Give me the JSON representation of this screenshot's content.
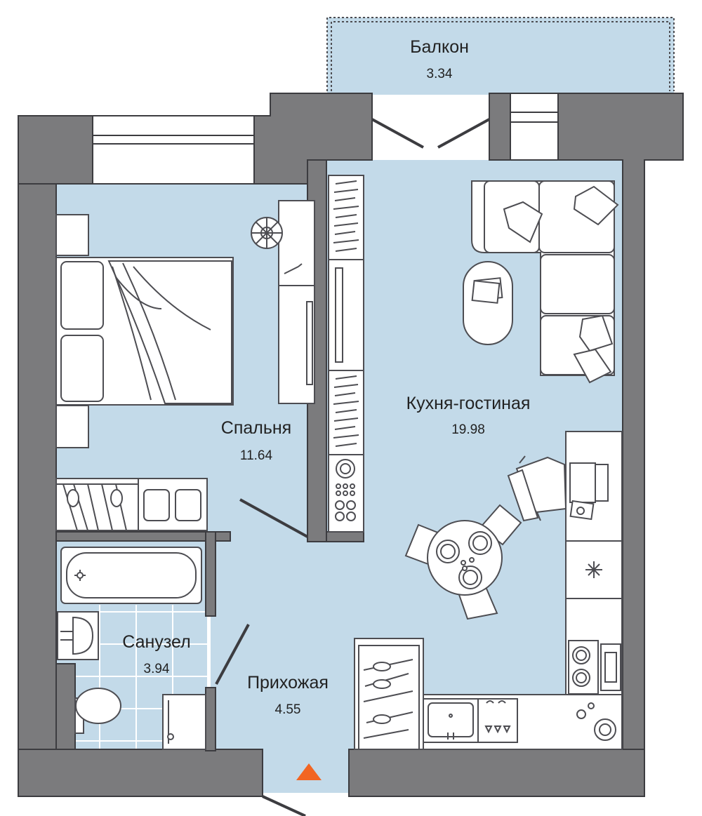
{
  "rooms": {
    "balcony": {
      "name": "Балкон",
      "area": "3.34"
    },
    "kitchen_living": {
      "name": "Кухня-гостиная",
      "area": "19.98"
    },
    "bedroom": {
      "name": "Спальня",
      "area": "11.64"
    },
    "bathroom": {
      "name": "Санузел",
      "area": "3.94"
    },
    "hallway": {
      "name": "Прихожая",
      "area": "4.55"
    }
  },
  "colors": {
    "wall": "#7b7b7d",
    "floor": "#c3dae9",
    "furniture_line": "#4d4d52",
    "entrance_marker": "#f26522",
    "tile_line": "#ffffff"
  }
}
